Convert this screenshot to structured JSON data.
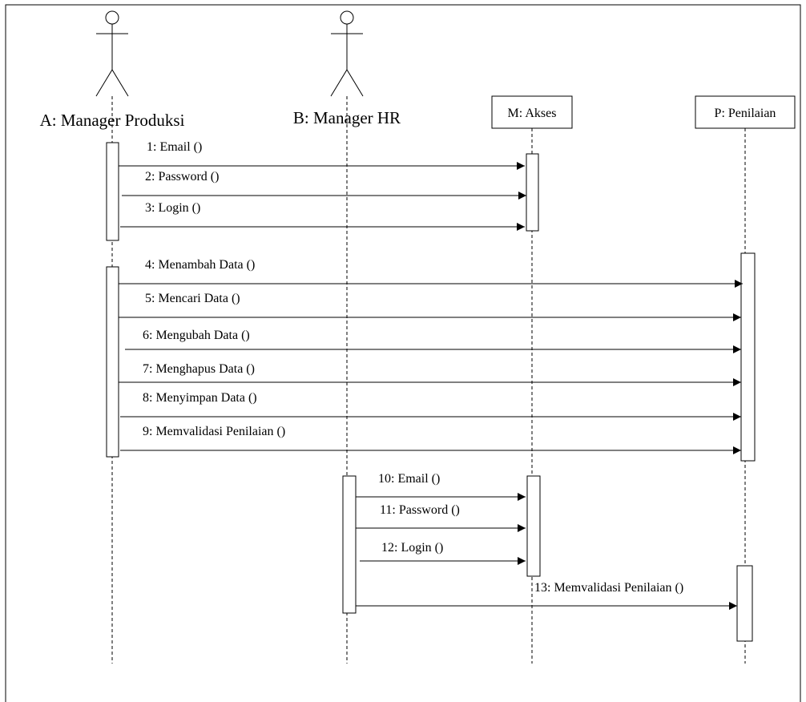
{
  "participants": [
    {
      "id": "A",
      "kind": "actor",
      "label": "A: Manager Produksi"
    },
    {
      "id": "B",
      "kind": "actor",
      "label": "B: Manager HR"
    },
    {
      "id": "M",
      "kind": "object",
      "label": "M: Akses"
    },
    {
      "id": "P",
      "kind": "object",
      "label": "P: Penilaian"
    }
  ],
  "messages": [
    {
      "n": 1,
      "from": "A",
      "to": "M",
      "label": "1: Email ()"
    },
    {
      "n": 2,
      "from": "A",
      "to": "M",
      "label": "2: Password ()"
    },
    {
      "n": 3,
      "from": "A",
      "to": "M",
      "label": "3: Login ()"
    },
    {
      "n": 4,
      "from": "A",
      "to": "P",
      "label": "4: Menambah Data ()"
    },
    {
      "n": 5,
      "from": "A",
      "to": "P",
      "label": "5: Mencari Data ()"
    },
    {
      "n": 6,
      "from": "A",
      "to": "P",
      "label": "6: Mengubah Data ()"
    },
    {
      "n": 7,
      "from": "A",
      "to": "P",
      "label": "7: Menghapus Data ()"
    },
    {
      "n": 8,
      "from": "A",
      "to": "P",
      "label": "8: Menyimpan Data ()"
    },
    {
      "n": 9,
      "from": "A",
      "to": "P",
      "label": "9: Memvalidasi Penilaian ()"
    },
    {
      "n": 10,
      "from": "B",
      "to": "M",
      "label": "10: Email ()"
    },
    {
      "n": 11,
      "from": "B",
      "to": "M",
      "label": "11: Password ()"
    },
    {
      "n": 12,
      "from": "B",
      "to": "M",
      "label": "12: Login ()"
    },
    {
      "n": 13,
      "from": "B",
      "to": "P",
      "label": "13: Memvalidasi Penilaian ()"
    }
  ]
}
